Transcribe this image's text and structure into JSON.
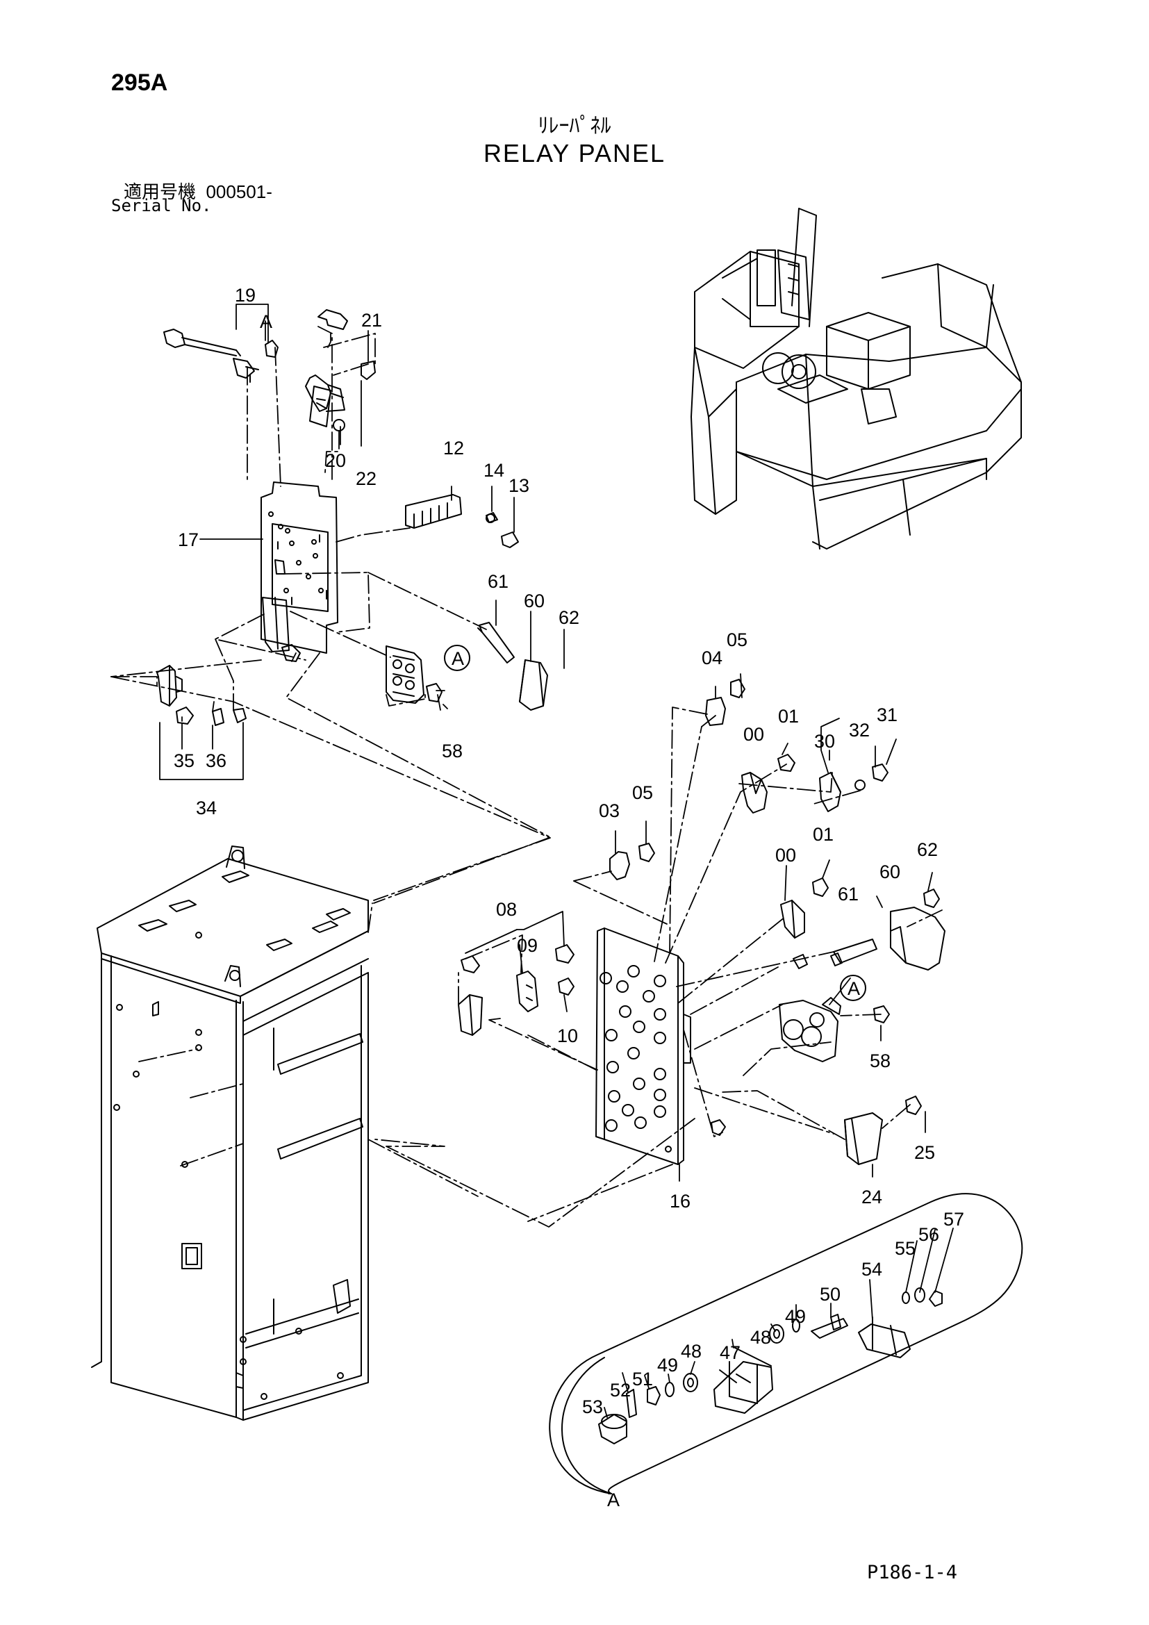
{
  "header": {
    "page_number": "295A",
    "title_jp": "ﾘﾚｰﾊﾟﾈﾙ",
    "title_en": "RELAY PANEL",
    "serial_label_jp": "適用号機",
    "serial_value": "000501-",
    "serial_label_en": "Serial No."
  },
  "footer": {
    "reference": "P186-1-4"
  },
  "callouts": [
    "19",
    "A",
    "21",
    "20",
    "22",
    "12",
    "14",
    "13",
    "17",
    "61",
    "60",
    "62",
    "A",
    "58",
    "35",
    "36",
    "34",
    "04",
    "05",
    "01",
    "00",
    "30",
    "32",
    "31",
    "03",
    "05",
    "01",
    "00",
    "62",
    "60",
    "61",
    "08",
    "09",
    "10",
    "A",
    "58",
    "25",
    "24",
    "16",
    "57",
    "56",
    "55",
    "54",
    "50",
    "49",
    "48",
    "47",
    "49",
    "48",
    "51",
    "52",
    "53",
    "A"
  ]
}
